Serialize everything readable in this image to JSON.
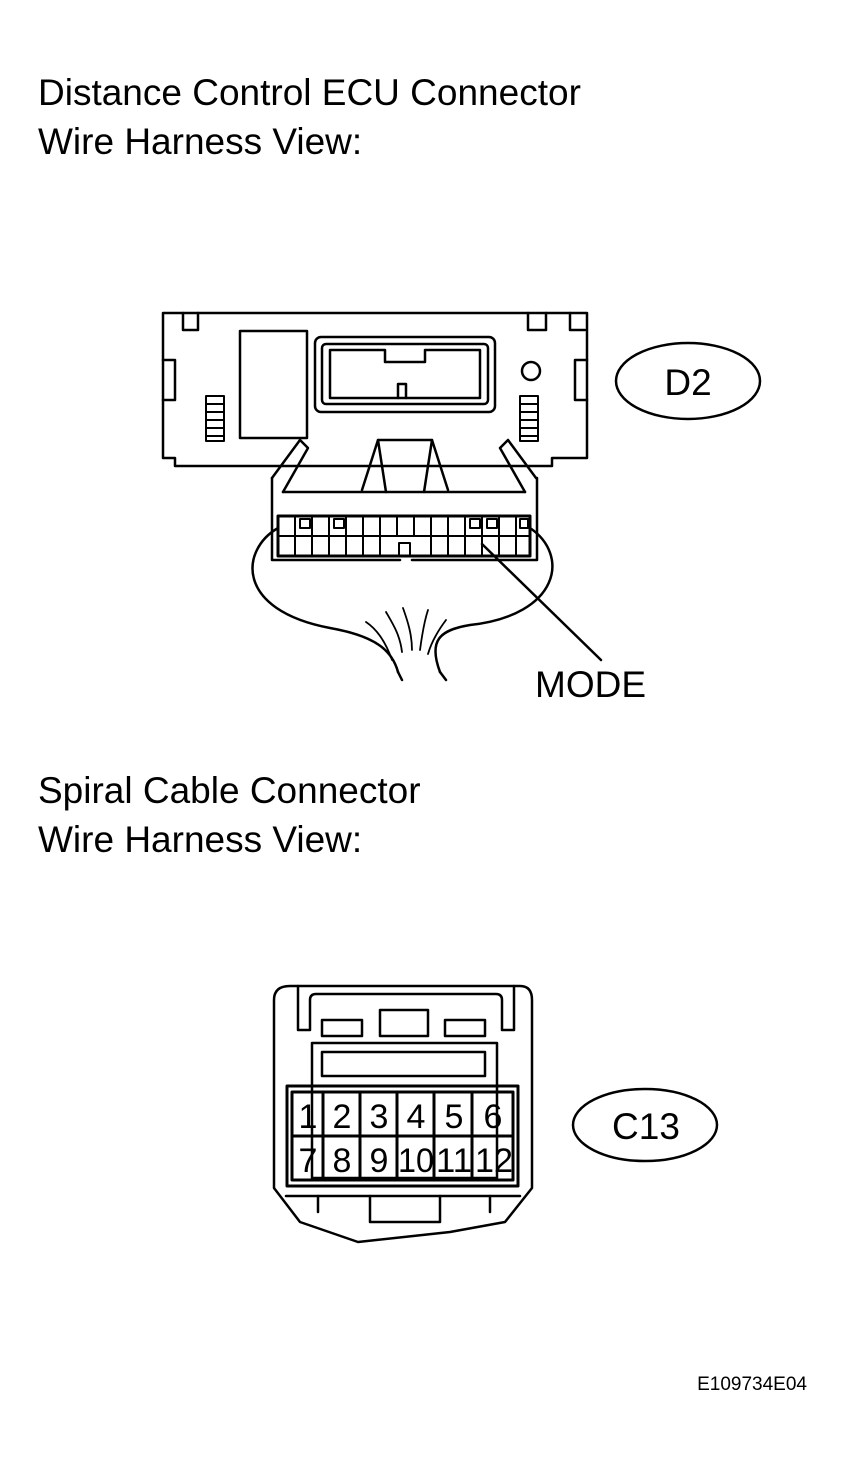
{
  "ecu_connector": {
    "title_line1": "Distance Control ECU Connector",
    "title_line2": "Wire Harness View:",
    "code": "D2",
    "terminal_label": "MODE"
  },
  "spiral_connector": {
    "title_line1": "Spiral Cable Connector",
    "title_line2": "Wire Harness View:",
    "code": "C13",
    "pins_row1": [
      "1",
      "2",
      "3",
      "4",
      "5",
      "6"
    ],
    "pins_row2": [
      "7",
      "8",
      "9",
      "10",
      "11",
      "12"
    ]
  },
  "figure_id": "E109734E04"
}
